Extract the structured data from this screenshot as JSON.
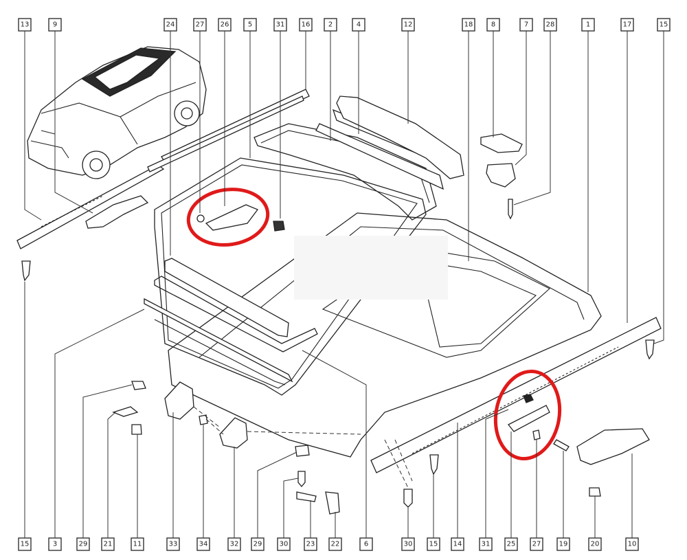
{
  "colors": {
    "highlight": "#e01a1a",
    "line": "#222222",
    "box_fill": "#ffffff",
    "mask": "#f6f6f6"
  },
  "labels": {
    "top": [
      "13",
      "9",
      "24",
      "27",
      "26",
      "5",
      "31",
      "16",
      "2",
      "4",
      "12",
      "18",
      "8",
      "7",
      "28",
      "1",
      "17",
      "15"
    ],
    "bottom": [
      "15",
      "3",
      "29",
      "21",
      "11",
      "33",
      "34",
      "32",
      "29",
      "30",
      "23",
      "22",
      "6",
      "30",
      "15",
      "14",
      "31",
      "25",
      "27",
      "19",
      "20",
      "10"
    ]
  },
  "highlights": [
    "roof-seal-clip-highlight",
    "side-rail-bracket-highlight"
  ]
}
